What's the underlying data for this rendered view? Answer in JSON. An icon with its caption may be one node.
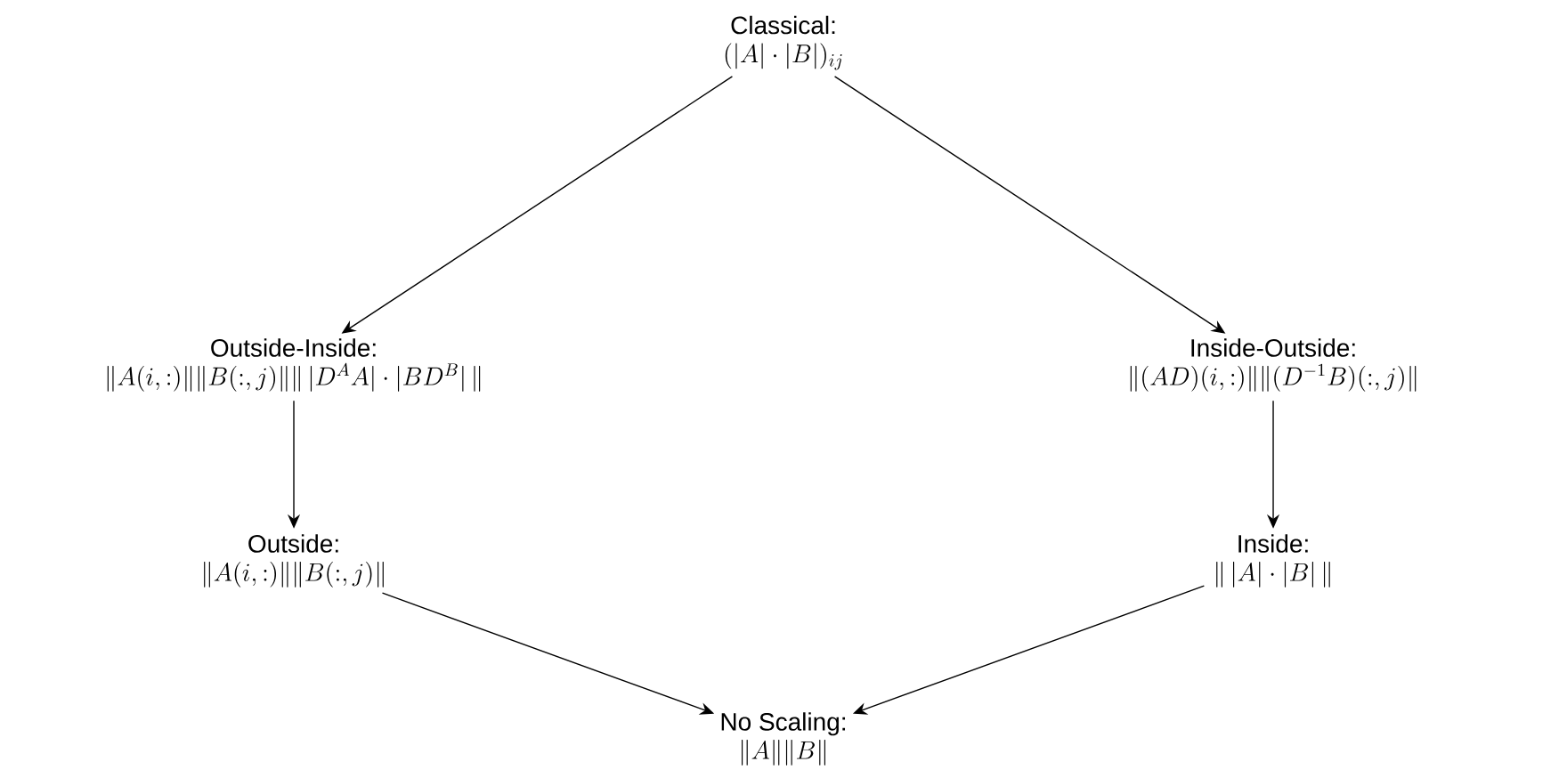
{
  "diagram": {
    "nodes": [
      {
        "text": [
          "Classical:",
          "(|A|\\cdot|B|)_{ij}"
        ]
      },
      {
        "text": [
          "Outside-Inside:",
          "\\|A(i,:)\\|\\|B(:,j)\\|\\|\\,|D^AA|\\cdot|BD^B|\\,\\|"
        ]
      },
      {
        "text": [
          "Inside-Outside:",
          "\\|(AD)(i,:)\\|\\|(D^{-1}B)(:,j)\\|"
        ]
      },
      {
        "text": [
          "Outside:",
          "\\|A(i,:)\\|\\|B(:,j)\\|"
        ]
      },
      {
        "text": [
          "Inside:",
          "\\|\\,|A|\\cdot|B|\\,\\|"
        ]
      },
      {
        "text": [
          "No Scaling:",
          "\\|A\\|\\|B\\|"
        ]
      }
    ],
    "edges": [
      {
        "from": 0,
        "to": 1,
        "arrow": "to"
      },
      {
        "from": 0,
        "to": 2,
        "arrow": "to"
      },
      {
        "from": 1,
        "to": 3,
        "arrow": "to"
      },
      {
        "from": 2,
        "to": 4,
        "arrow": "to"
      },
      {
        "from": 3,
        "to": 5,
        "arrow": "to"
      },
      {
        "from": 4,
        "to": 5,
        "arrow": "to"
      }
    ]
  }
}
